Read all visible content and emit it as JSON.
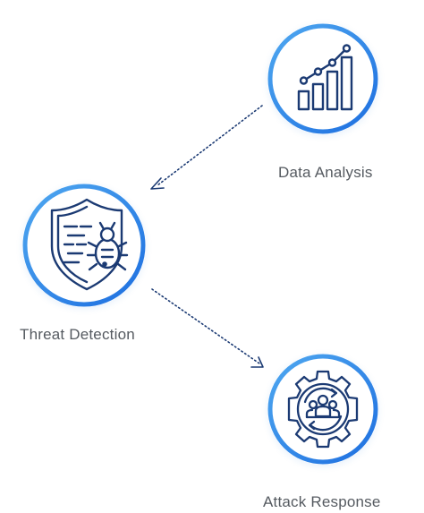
{
  "nodes": {
    "data_analysis": {
      "label": "Data Analysis",
      "icon": "bar-chart-trend-icon"
    },
    "threat_detection": {
      "label": "Threat Detection",
      "icon": "shield-bug-icon"
    },
    "attack_response": {
      "label": "Attack Response",
      "icon": "gear-team-cycle-icon"
    }
  },
  "connectors": [
    {
      "from": "Data Analysis",
      "to": "Threat Detection",
      "style": "dotted-arrow"
    },
    {
      "from": "Threat Detection",
      "to": "Attack Response",
      "style": "dotted-arrow"
    }
  ],
  "colors": {
    "ring_gradient_start": "#4fa8f0",
    "ring_gradient_end": "#1e6fe0",
    "icon_stroke": "#1b3a73",
    "connector": "#1b3a73",
    "label": "#555a60",
    "background": "#ffffff"
  }
}
